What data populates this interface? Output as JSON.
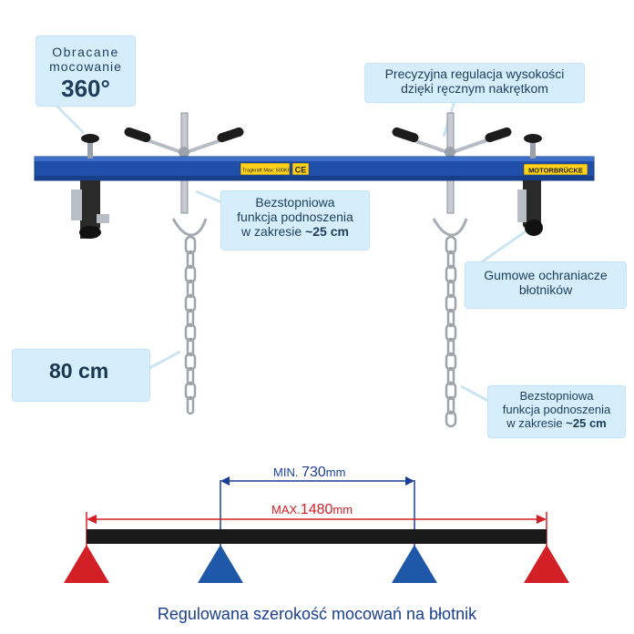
{
  "callouts": {
    "rotation": {
      "line1": "Obracane",
      "line2": "mocowanie",
      "line3": "360°"
    },
    "precision": {
      "line1": "Precyzyjna regulacja wysokości",
      "line2": "dzięki ręcznym nakrętkom"
    },
    "lift_top": {
      "line1": "Bezstopniowa",
      "line2": "funkcja podnoszenia",
      "line3_prefix": "w zakresie ",
      "line3_value": "~25 cm"
    },
    "rubber": {
      "line1": "Gumowe ochraniacze",
      "line2": "błotników"
    },
    "length": {
      "value": "80 cm"
    },
    "lift_bottom": {
      "line1": "Bezstopniowa",
      "line2": "funkcja podnoszenia",
      "line3_prefix": "w zakresie ",
      "line3_value": "~25 cm"
    }
  },
  "beam": {
    "sticker_label": "Tragkraft Max: 500KG",
    "ce_mark": "CE",
    "brand_label": "MOTORBRÜCKE",
    "color": "#1f4fa8"
  },
  "dimensions": {
    "min_prefix": "MIN.",
    "min_value": "730",
    "min_unit": "mm",
    "max_prefix": "MAX.",
    "max_value": "1480",
    "max_unit": "mm",
    "min_color": "#1b3f99",
    "max_color": "#d32027"
  },
  "caption": "Regulowana szerokość mocowań na błotnik"
}
